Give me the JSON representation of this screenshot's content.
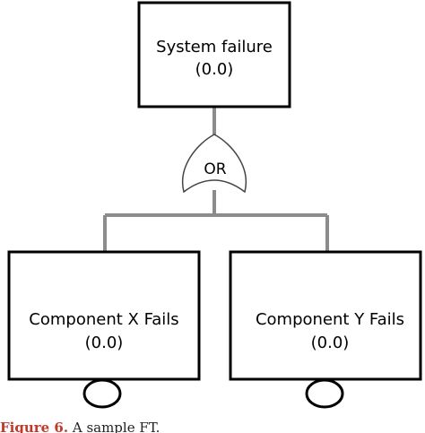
{
  "top_event": {
    "label": "System failure",
    "value": "(0.0)"
  },
  "gate": {
    "type": "OR"
  },
  "events": [
    {
      "label": "Component X Fails",
      "value": "(0.0)"
    },
    {
      "label": "Component Y Fails",
      "value": "(0.0)"
    }
  ],
  "caption": {
    "label": "Figure 6.",
    "text": " A sample FT."
  },
  "colors": {
    "line": "#8c8c8c",
    "box_border": "#000000",
    "caption_label": "#c0392b"
  }
}
